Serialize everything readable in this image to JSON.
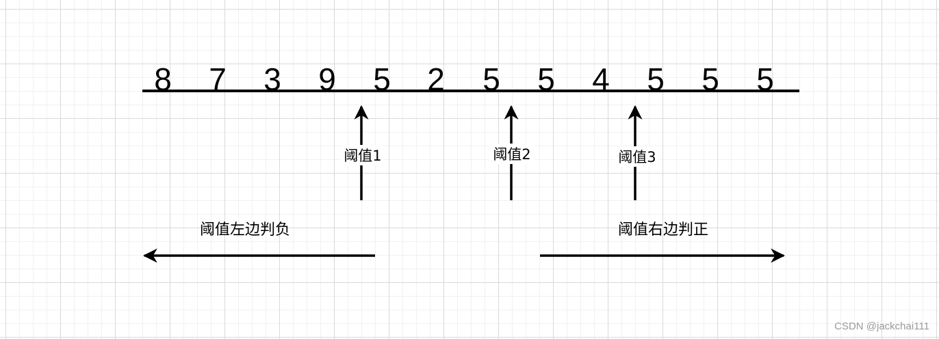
{
  "numbers": [
    "8",
    "7",
    "3",
    "9",
    "5",
    "2",
    "5",
    "5",
    "4",
    "5",
    "5",
    "5"
  ],
  "thresholds": [
    {
      "label": "阈值1"
    },
    {
      "label": "阈值2"
    },
    {
      "label": "阈值3"
    }
  ],
  "left_direction": {
    "label": "阈值左边判负"
  },
  "right_direction": {
    "label": "阈值右边判正"
  },
  "watermark": "CSDN @jackchai111",
  "colors": {
    "stroke": "#000000",
    "text": "#000000",
    "watermark": "#9a9a9a"
  }
}
